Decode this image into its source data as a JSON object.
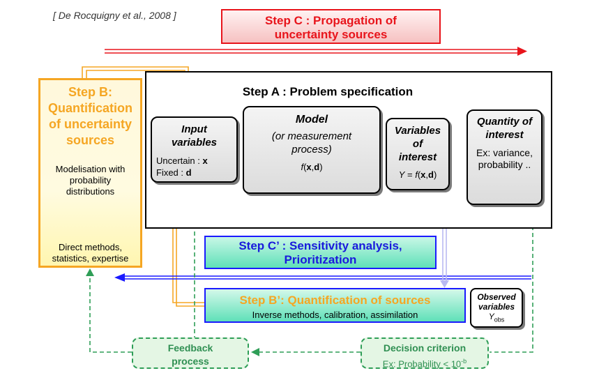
{
  "citation": "[ De Rocquigny et al., 2008 ]",
  "step_c": {
    "line1": "Step C : Propagation of",
    "line2": "uncertainty sources"
  },
  "step_b": {
    "title": [
      "Step B:",
      "Quantification",
      "of uncertainty",
      "sources"
    ],
    "modelisation": [
      "Modelisation with",
      "probability",
      "distributions"
    ],
    "methods": [
      "Direct methods,",
      "statistics, expertise"
    ]
  },
  "step_a": {
    "title": "Step A : Problem specification"
  },
  "input_variables": {
    "title": [
      "Input",
      "variables"
    ],
    "uncertain_label": "Uncertain : ",
    "uncertain_var": "x",
    "fixed_label": "Fixed : ",
    "fixed_var": "d"
  },
  "model": {
    "title": "Model",
    "subtitle": [
      "(or measurement",
      "process)"
    ],
    "formula": {
      "f": "f",
      "open": "(",
      "x": "x",
      "comma": ",",
      "d": "d",
      "close": ")"
    }
  },
  "variables_of_interest": {
    "title": [
      "Variables",
      "of",
      "interest"
    ],
    "formula": {
      "Y": "Y",
      "eq": " = ",
      "f": "f",
      "open": "(",
      "x": "x",
      "comma": ",",
      "d": "d",
      "close": ")"
    }
  },
  "quantity_of_interest": {
    "title": [
      "Quantity of",
      "interest"
    ],
    "ex": [
      "Ex: variance,",
      "probability .."
    ]
  },
  "step_c_prime": {
    "line1": "Step C’ : Sensitivity analysis,",
    "line2": "Prioritization"
  },
  "step_b_prime": {
    "title": "Step B’: Quantification of sources",
    "subtitle": "Inverse methods, calibration, assimilation"
  },
  "observed_variables": {
    "lines": [
      "Observed",
      "variables"
    ],
    "symbol": "Y",
    "subscript": "obs"
  },
  "feedback": {
    "line1": "Feedback",
    "line2": "process"
  },
  "decision": {
    "title": "Decision criterion",
    "sub": "Ex: Probability < 10",
    "sup": "-b"
  },
  "colors": {
    "step_c": "#e8141b",
    "step_b": "#f5a623",
    "step_c_prime_text": "#1a1adc",
    "step_frame_blue": "#1a1aff",
    "green_dashed": "#2f9e57",
    "gaussian": "#e8141b"
  }
}
